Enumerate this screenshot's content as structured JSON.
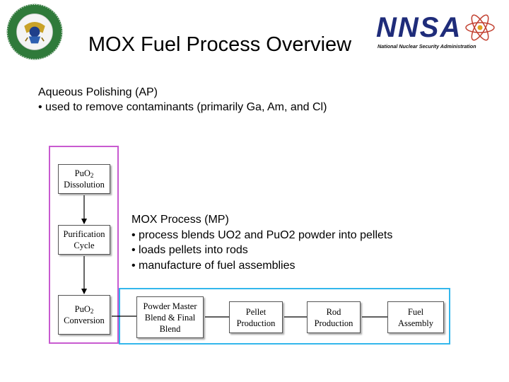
{
  "header": {
    "title": "MOX Fuel Process Overview",
    "seal_icon": "doe-seal-icon",
    "logo": {
      "letters": "NNSA",
      "subtitle": "National Nuclear Security Administration",
      "color": "#1f2c7a"
    }
  },
  "aqueous_polishing": {
    "title": "Aqueous Polishing (AP)",
    "bullet": "• used to remove contaminants (primarily Ga, Am, and Cl)",
    "container_color": "#c85ad0",
    "steps": {
      "dissolution": {
        "line1_main": "PuO",
        "line1_sub": "2",
        "line2": "Dissolution"
      },
      "purification": {
        "line1": "Purification",
        "line2": "Cycle"
      },
      "conversion": {
        "line1_main": "PuO",
        "line1_sub": "2",
        "line2": "Conversion"
      }
    }
  },
  "mox_process": {
    "title": "MOX Process (MP)",
    "bullets": [
      "• process blends UO2 and PuO2 powder into pellets",
      "• loads pellets into rods",
      "• manufacture of fuel assemblies"
    ],
    "container_color": "#33b7ec",
    "steps": {
      "powder": {
        "line1": "Powder Master",
        "line2": "Blend & Final",
        "line3": "Blend"
      },
      "pellet": {
        "line1": "Pellet",
        "line2": "Production"
      },
      "rod": {
        "line1": "Rod",
        "line2": "Production"
      },
      "fuel": {
        "line1": "Fuel",
        "line2": "Assembly"
      }
    }
  }
}
